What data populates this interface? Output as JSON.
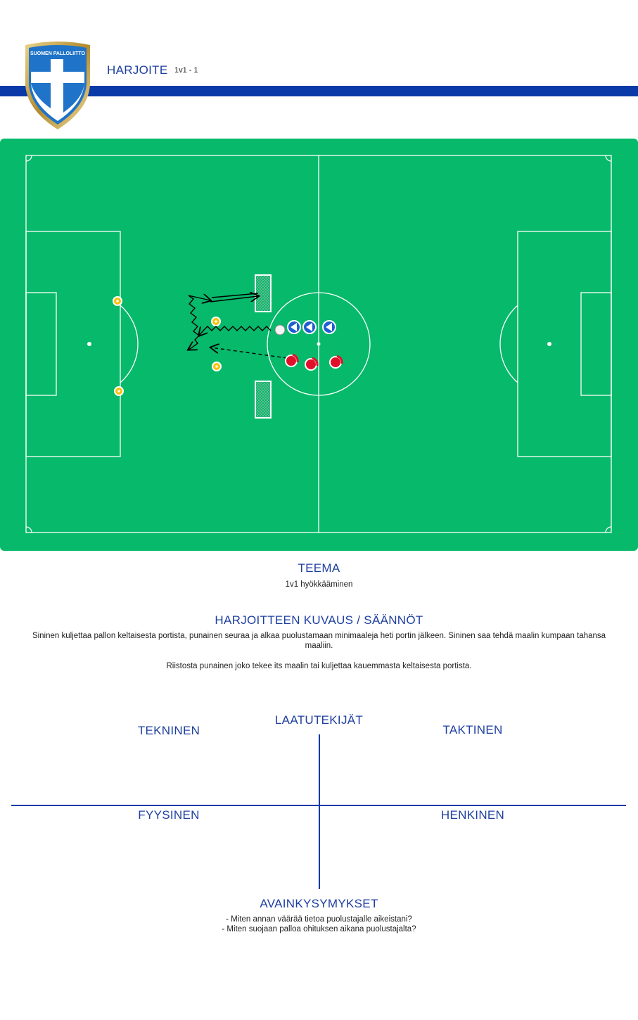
{
  "header": {
    "crest_text": "SUOMEN PALLOLIITTO",
    "title": "HARJOITE",
    "subtitle": "1v1 - 1",
    "accent_color": "#0a3aa8"
  },
  "pitch": {
    "grass_color": "#07b96a",
    "line_color": "#ffffff",
    "team_blue_color": "#1e5fcf",
    "team_red_color": "#e0102a",
    "gate_cone_color": "#f4c20d"
  },
  "theme": {
    "heading": "TEEMA",
    "text": "1v1 hyökkääminen"
  },
  "description": {
    "heading": "HARJOITTEEN KUVAUS / SÄÄNNÖT",
    "paragraph_1": "Sininen kuljettaa pallon keltaisesta portista, punainen seuraa ja alkaa puolustamaan minimaaleja heti portin jälkeen. Sininen saa tehdä maalin kumpaan tahansa maaliin.",
    "paragraph_2": "Riistosta punainen joko tekee its maalin tai kuljettaa kauemmasta keltaisesta portista."
  },
  "quality_factors": {
    "heading": "LAATUTEKIJÄT",
    "technical": "TEKNINEN",
    "tactical": "TAKTINEN",
    "physical": "FYYSINEN",
    "mental": "HENKINEN"
  },
  "key_questions": {
    "heading": "AVAINKYSYMYKSET",
    "items": [
      "- Miten annan väärää tietoa puolustajalle aikeistani?",
      "- Miten suojaan palloa ohituksen aikana puolustajalta?"
    ]
  }
}
